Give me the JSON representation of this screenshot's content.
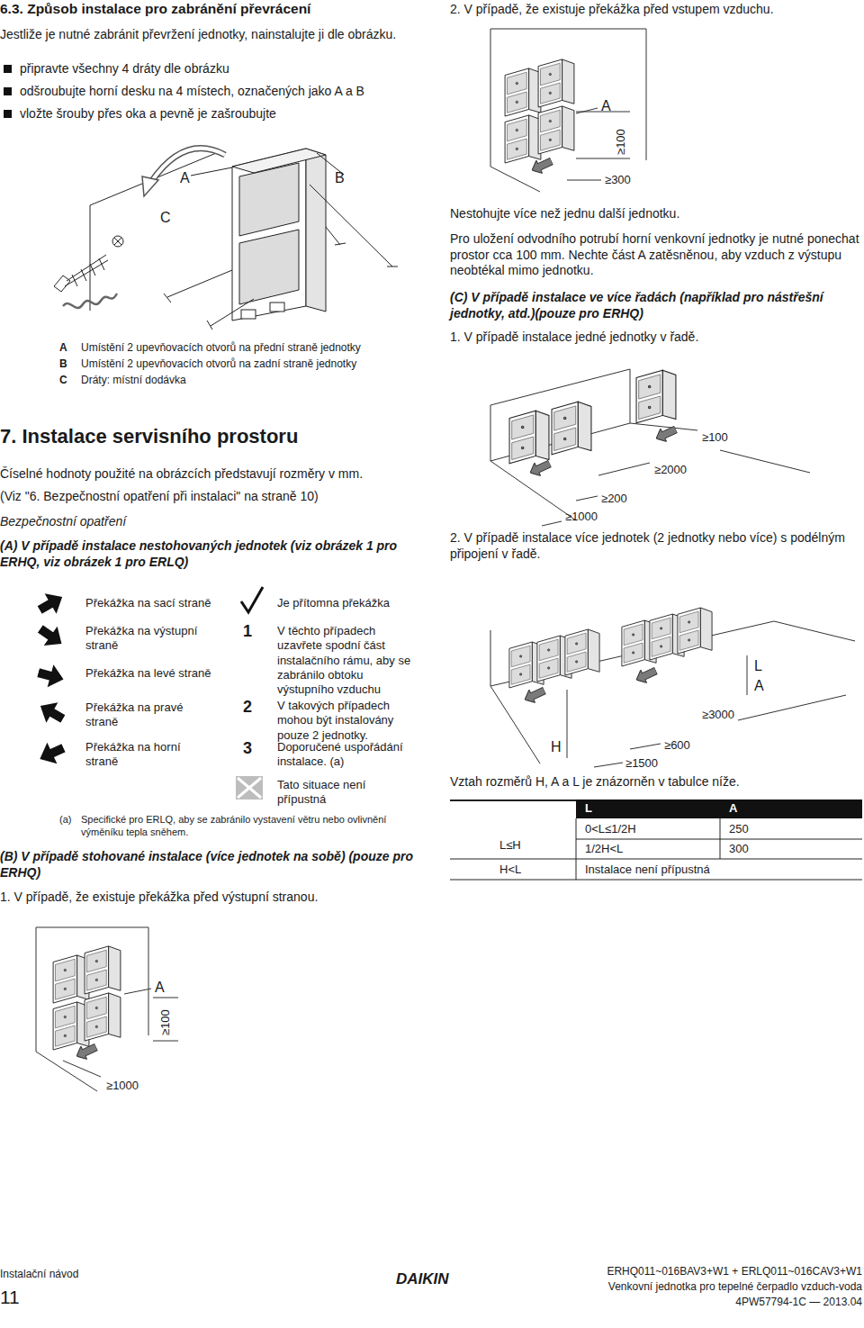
{
  "diagram": {
    "labels": [
      "6.3. Způsob instalace pro zabránění převrácení",
      "Jestliže je nutné zabránit převržení jednotky, nainstalujte ji dle obrázku.",
      "připravte všechny 4 dráty dle obrázku",
      "odšroubujte horní desku na 4 místech, označených jako A a B",
      "vložte šrouby přes oka a pevně je zašroubujte",
      "A",
      "B",
      "C",
      "A",
      "Umístění 2 upevňovacích otvorů na přední straně jednotky",
      "B",
      "Umístění 2 upevňovacích otvorů na zadní straně jednotky",
      "C",
      "Dráty: místní dodávka",
      "7. Instalace servisního prostoru",
      "Číselné hodnoty použité na obrázcích představují rozměry v mm.",
      "(Viz \"6. Bezpečnostní opatření při instalaci\" na straně 10)",
      "Bezpečnostní opatření",
      "(A) V případě instalace nestohovaných jednotek (viz obrázek 1 pro ERHQ, viz obrázek 1 pro ERLQ)",
      "1",
      "V těchto případech uzavřete spodní část instalačního rámu, aby se zabránilo obtoku výstupního vzduchu",
      "2",
      "V takových případech mohou být instalovány pouze 2 jednotky.",
      "3",
      "Doporučené uspořádání instalace. (a)",
      "(a)",
      "Specifické pro ERLQ, aby se zabránilo vystavení větru nebo ovlivnění výměníku tepla sněhem.",
      "(B) V případě stohované instalace (více jednotek na sobě) (pouze pro ERHQ)",
      "1. V případě, že existuje překážka před výstupní stranou.",
      "A",
      "≥100",
      "≥1000",
      "2. V případě, že existuje překážka před vstupem vzduchu.",
      "A",
      "≥100",
      "≥300",
      "Nestohujte více než jednu další jednotku.",
      "Pro uložení odvodního potrubí horní venkovní jednotky je nutné ponechat prostor cca 100 mm. Nechte část A zatěsněnou, aby vzduch z výstupu neobtékal mimo jednotku.",
      "(C) V případě instalace ve více řadách (například pro nástřešní jednotky, atd.)(pouze pro ERHQ)",
      "1. V případě instalace jedné jednotky v řadě.",
      "≥100",
      "≥2000",
      "≥200",
      "≥1000",
      "2. V případě instalace více jednotek (2 jednotky nebo více) s podélným připojení v řadě.",
      "L",
      "A",
      "≥3000",
      "H",
      "≥600",
      "≥1500",
      "Vztah rozměrů H, A a L je znázorněn v tabulce níže.",
      "L",
      "A",
      "L≤H",
      "0<L≤1/2H",
      "250",
      "1/2H<L",
      "300",
      "H<L",
      "Instalace není přípustná",
      "Instalační návod",
      "11",
      "DAIKIN",
      "ERHQ011~016BAV3+W1 + ERLQ011~016CAV3+W1",
      "Venkovní jednotka pro tepelné čerpadlo vzduch-voda",
      "4PW57794-1C — 2013.04"
    ],
    "legend": [
      {
        "text": "Překážka na sací straně"
      },
      {
        "text": "Překážka na výstupní straně"
      },
      {
        "text": "Překážka na levé straně"
      },
      {
        "text": "Překážka na pravé straně"
      },
      {
        "text": "Překážka na horní straně"
      },
      {
        "text": "Je přítomna překážka"
      },
      {
        "text": "Tato situace není přípustná"
      }
    ]
  }
}
